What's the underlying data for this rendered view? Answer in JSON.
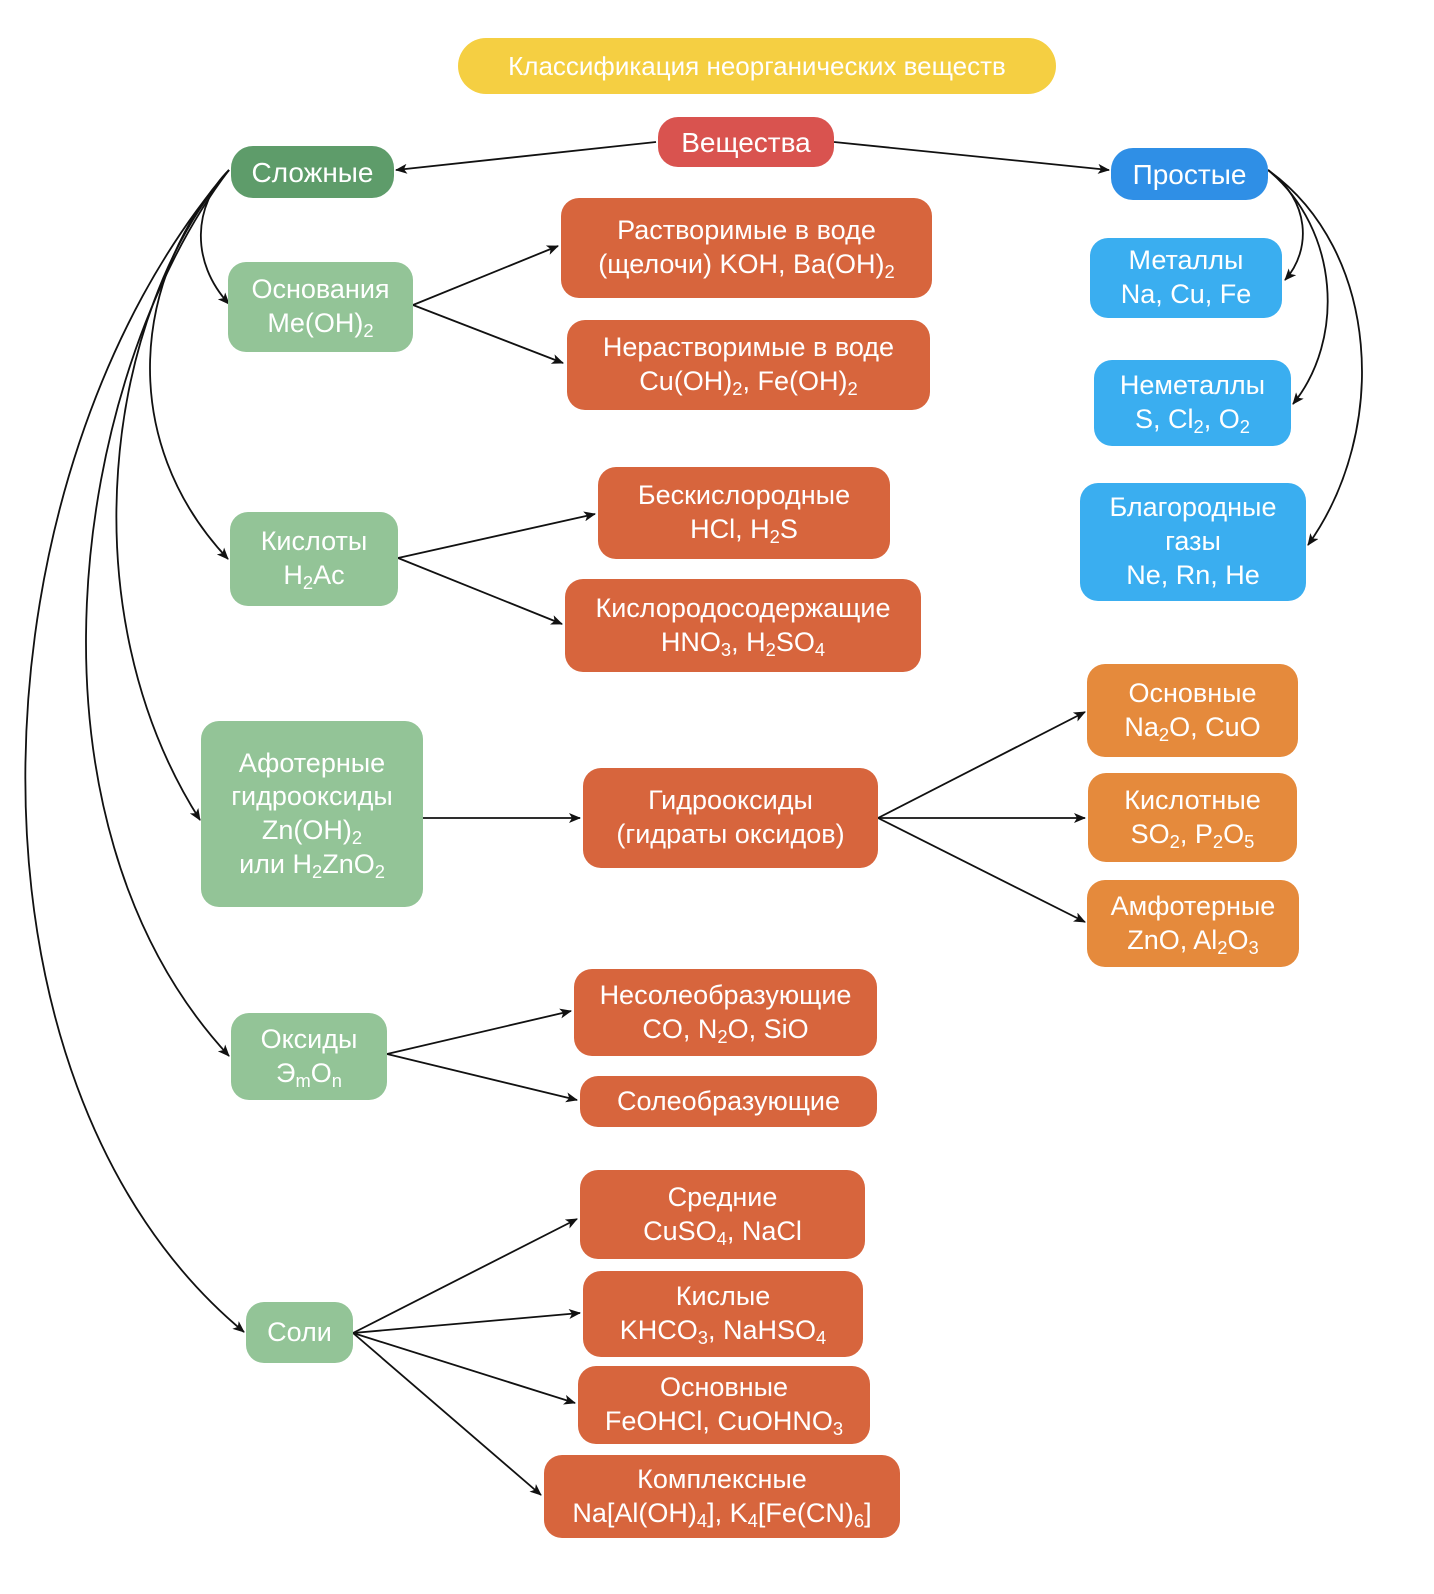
{
  "title": "Классификация неорганических веществ",
  "colors": {
    "title": "#f5cf42",
    "root": "#d9534f",
    "complex_header": "#5e9c6a",
    "complex_category": "#93c497",
    "simple_header": "#2f8fe6",
    "simple_category": "#3aaef0",
    "subcategory": "#d7653d",
    "oxide_type": "#e58a3c",
    "arrow": "#111111"
  },
  "nodes": {
    "root": [
      "Вещества"
    ],
    "complex": [
      "Сложные"
    ],
    "simple": [
      "Простые"
    ],
    "bases": [
      "Основания",
      "Me(OH)_2"
    ],
    "soluble": [
      "Растворимые в воде",
      "(щелочи) KOH, Ba(OH)_2"
    ],
    "insoluble": [
      "Нерастворимые в воде",
      "Cu(OH)_2, Fe(OH)_2"
    ],
    "acids": [
      "Кислоты",
      "H_2Ac"
    ],
    "oxygen_free": [
      "Бескислородные",
      "HCl, H_2S"
    ],
    "oxygen_containing": [
      "Кислородосодержащие",
      "HNO_3, H_2SO_4"
    ],
    "amphoteric_hydroxides": [
      "Афотерные",
      "гидрооксиды",
      "Zn(OH)_2",
      "или H_2ZnO_2"
    ],
    "hydroxides": [
      "Гидрооксиды",
      "(гидраты оксидов)"
    ],
    "basic_oxides": [
      "Основные",
      "Na_2O, CuO"
    ],
    "acidic_oxides": [
      "Кислотные",
      "SO_2, P_2O_5"
    ],
    "amphoteric_oxides": [
      "Амфотерные",
      "ZnO, Al_2O_3"
    ],
    "oxides": [
      "Оксиды",
      "Э_mO_n"
    ],
    "non_salt_forming": [
      "Несолеобразующие",
      "CO, N_2O, SiO"
    ],
    "salt_forming": [
      "Солеобразующие"
    ],
    "salts": [
      "Соли"
    ],
    "normal_salts": [
      "Средние",
      "CuSO_4, NaCl"
    ],
    "acid_salts": [
      "Кислые",
      "KHCO_3, NaHSO_4"
    ],
    "basic_salts": [
      "Основные",
      "FeOHCl, CuOHNO_3"
    ],
    "complex_salts": [
      "Комплексные",
      "Na[Al(OH)_4], K_4[Fe(CN)_6]"
    ],
    "metals": [
      "Металлы",
      "Na, Cu, Fe"
    ],
    "nonmetals": [
      "Неметаллы",
      "S, Cl_2, O_2"
    ],
    "noble_gases": [
      "Благородные",
      "газы",
      "Ne, Rn, He"
    ]
  },
  "edges": [
    [
      "root",
      "complex"
    ],
    [
      "root",
      "simple"
    ],
    [
      "complex",
      "bases"
    ],
    [
      "complex",
      "acids"
    ],
    [
      "complex",
      "amphoteric_hydroxides"
    ],
    [
      "complex",
      "oxides"
    ],
    [
      "complex",
      "salts"
    ],
    [
      "bases",
      "soluble"
    ],
    [
      "bases",
      "insoluble"
    ],
    [
      "acids",
      "oxygen_free"
    ],
    [
      "acids",
      "oxygen_containing"
    ],
    [
      "amphoteric_hydroxides",
      "hydroxides"
    ],
    [
      "hydroxides",
      "basic_oxides"
    ],
    [
      "hydroxides",
      "acidic_oxides"
    ],
    [
      "hydroxides",
      "amphoteric_oxides"
    ],
    [
      "oxides",
      "non_salt_forming"
    ],
    [
      "oxides",
      "salt_forming"
    ],
    [
      "salts",
      "normal_salts"
    ],
    [
      "salts",
      "acid_salts"
    ],
    [
      "salts",
      "basic_salts"
    ],
    [
      "salts",
      "complex_salts"
    ],
    [
      "simple",
      "metals"
    ],
    [
      "simple",
      "nonmetals"
    ],
    [
      "simple",
      "noble_gases"
    ]
  ]
}
